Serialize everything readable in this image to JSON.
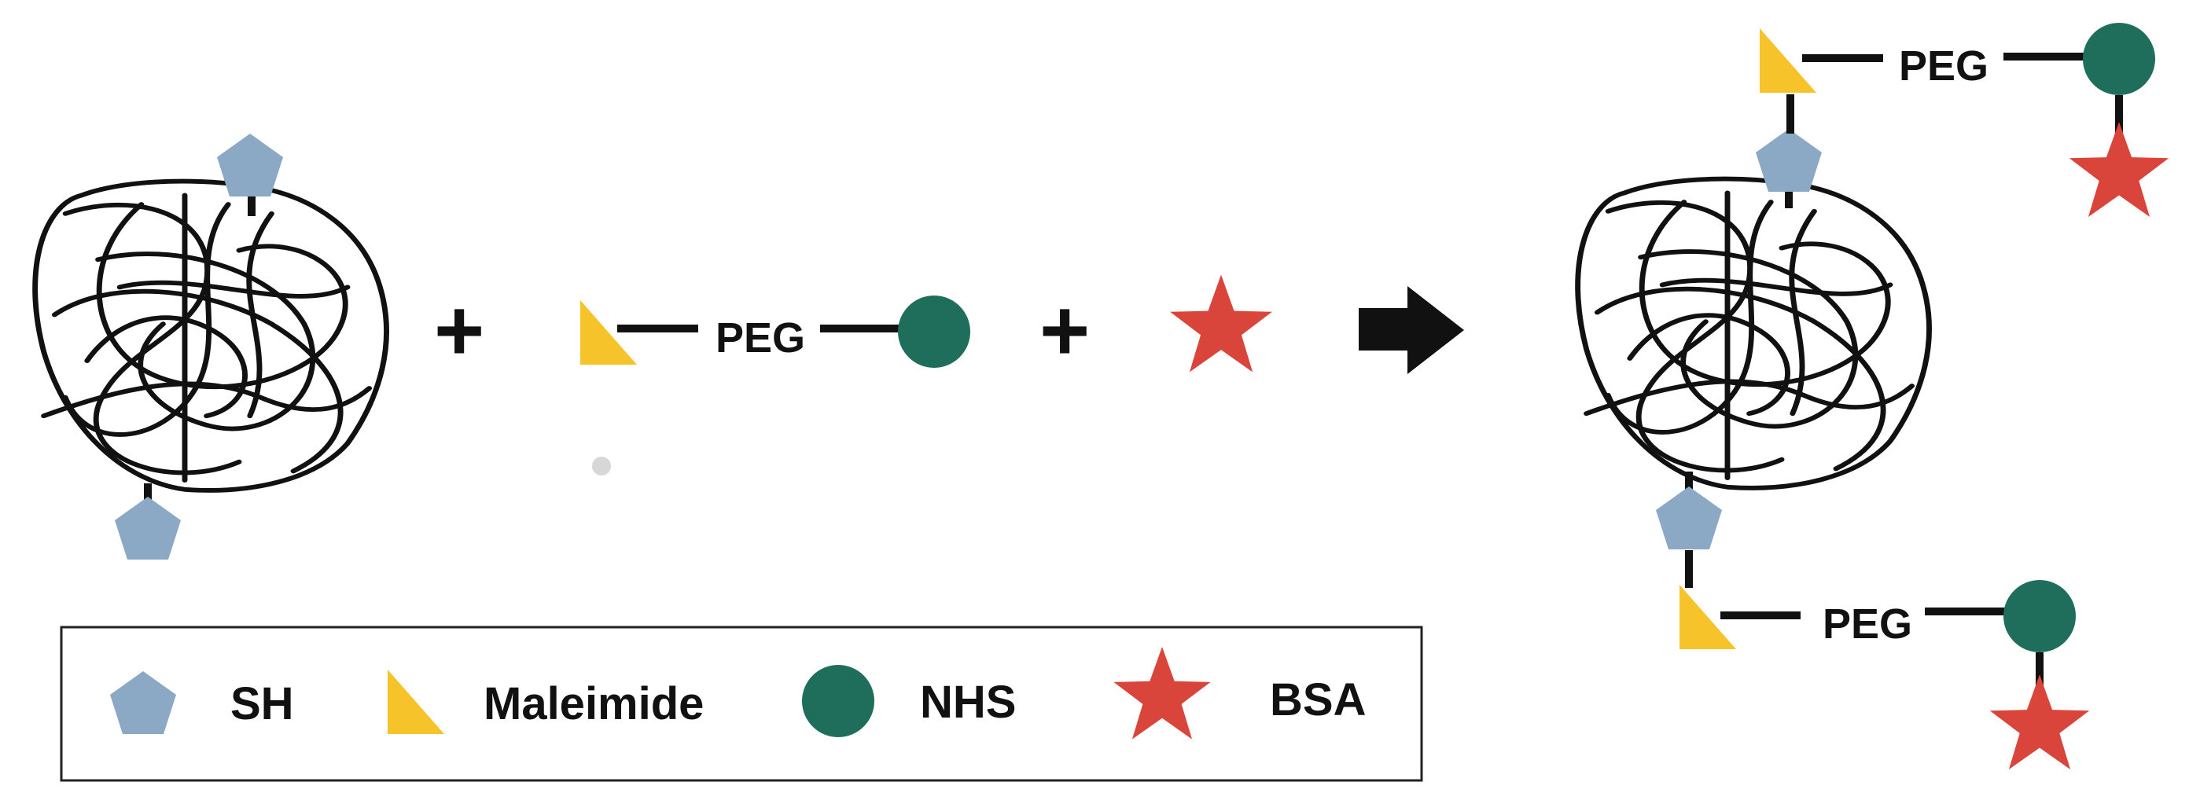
{
  "labels": {
    "plus": "+",
    "peg": "PEG"
  },
  "legend": {
    "items": [
      {
        "label": "SH",
        "shape": "pentagon-icon"
      },
      {
        "label": "Maleimide",
        "shape": "triangle-icon"
      },
      {
        "label": "NHS",
        "shape": "circle-icon"
      },
      {
        "label": "BSA",
        "shape": "star-icon"
      }
    ]
  },
  "colors": {
    "sh": "#8ba9c4",
    "maleimide": "#f7c32b",
    "nhs": "#1f6e5c",
    "bsa": "#d9453b",
    "line": "#111111"
  }
}
